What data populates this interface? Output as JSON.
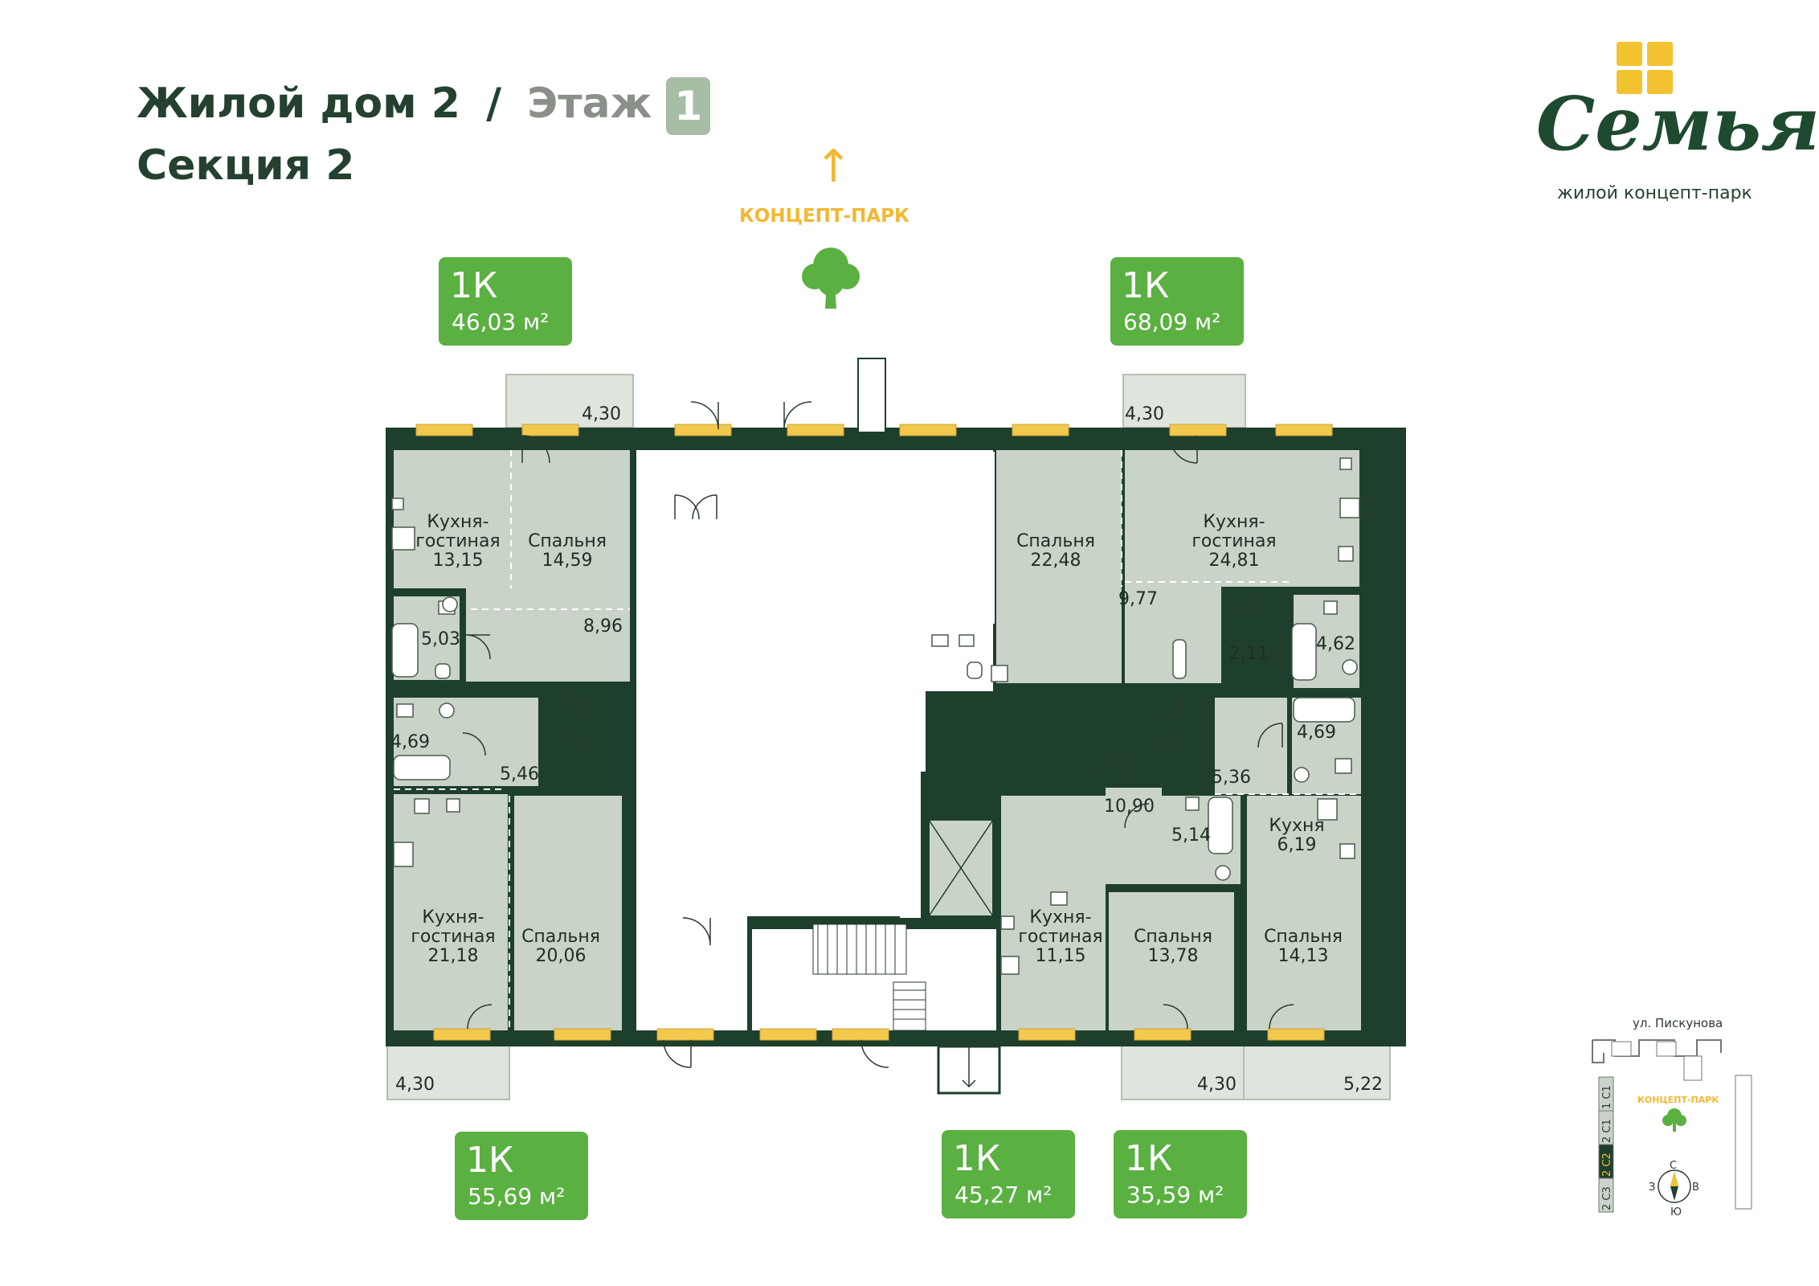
{
  "header": {
    "building": "Жилой дом 2",
    "separator": "/",
    "floor_label": "Этаж",
    "floor_number": "1",
    "section": "Секция 2"
  },
  "brand": {
    "name": "Семья",
    "tagline": "жилой концепт-парк",
    "color": "#1e4a30",
    "accent": "#f2c230"
  },
  "park": {
    "label": "КОНЦЕПТ-ПАРК",
    "arrow": "↑",
    "icon": "tree-icon"
  },
  "apartments": [
    {
      "type": "1К",
      "area": "46,03 м²"
    },
    {
      "type": "1К",
      "area": "68,09 м²"
    },
    {
      "type": "1К",
      "area": "55,69 м²"
    },
    {
      "type": "1К",
      "area": "45,27 м²"
    },
    {
      "type": "1К",
      "area": "35,59 м²"
    }
  ],
  "rooms": {
    "a1_kitchen": "Кухня-",
    "a1_kitchen2": "гостиная",
    "a1_kitchen_area": "13,15",
    "a1_bed": "Спальня",
    "a1_bed_area": "14,59",
    "a1_hall": "8,96",
    "a1_bath": "5,03",
    "a1_balcony": "4,30",
    "a2_bed": "Спальня",
    "a2_bed_area": "22,48",
    "a2_kitchen": "Кухня-",
    "a2_kitchen2": "гостиная",
    "a2_kitchen_area": "24,81",
    "a2_hall": "9,77",
    "a2_wc": "2,11",
    "a2_bath": "4,62",
    "a2_balcony": "4,30",
    "a3_bath": "4,69",
    "a3_hall": "5,46",
    "a3_kitchen": "Кухня-",
    "a3_kitchen2": "гостиная",
    "a3_kitchen_area": "21,18",
    "a3_bed": "Спальня",
    "a3_bed_area": "20,06",
    "a3_balcony": "4,30",
    "a4_hall": "10,90",
    "a4_bath": "5,14",
    "a4_kitchen": "Кухня-",
    "a4_kitchen2": "гостиная",
    "a4_kitchen_area": "11,15",
    "a4_bed": "Спальня",
    "a4_bed_area": "13,78",
    "a4_balcony": "4,30",
    "a5_bath": "4,69",
    "a5_hall": "5,36",
    "a5_kitchen": "Кухня",
    "a5_kitchen_area": "6,19",
    "a5_bed": "Спальня",
    "a5_bed_area": "14,13",
    "a5_balcony": "5,22"
  },
  "minimap": {
    "street": "ул. Пискунова",
    "park": "КОНЦЕПТ-ПАРК",
    "sections": [
      "2 С3",
      "2 С2",
      "2 С1",
      "1 С1"
    ],
    "compass": {
      "n": "С",
      "s": "Ю",
      "w": "З",
      "e": "В"
    }
  }
}
